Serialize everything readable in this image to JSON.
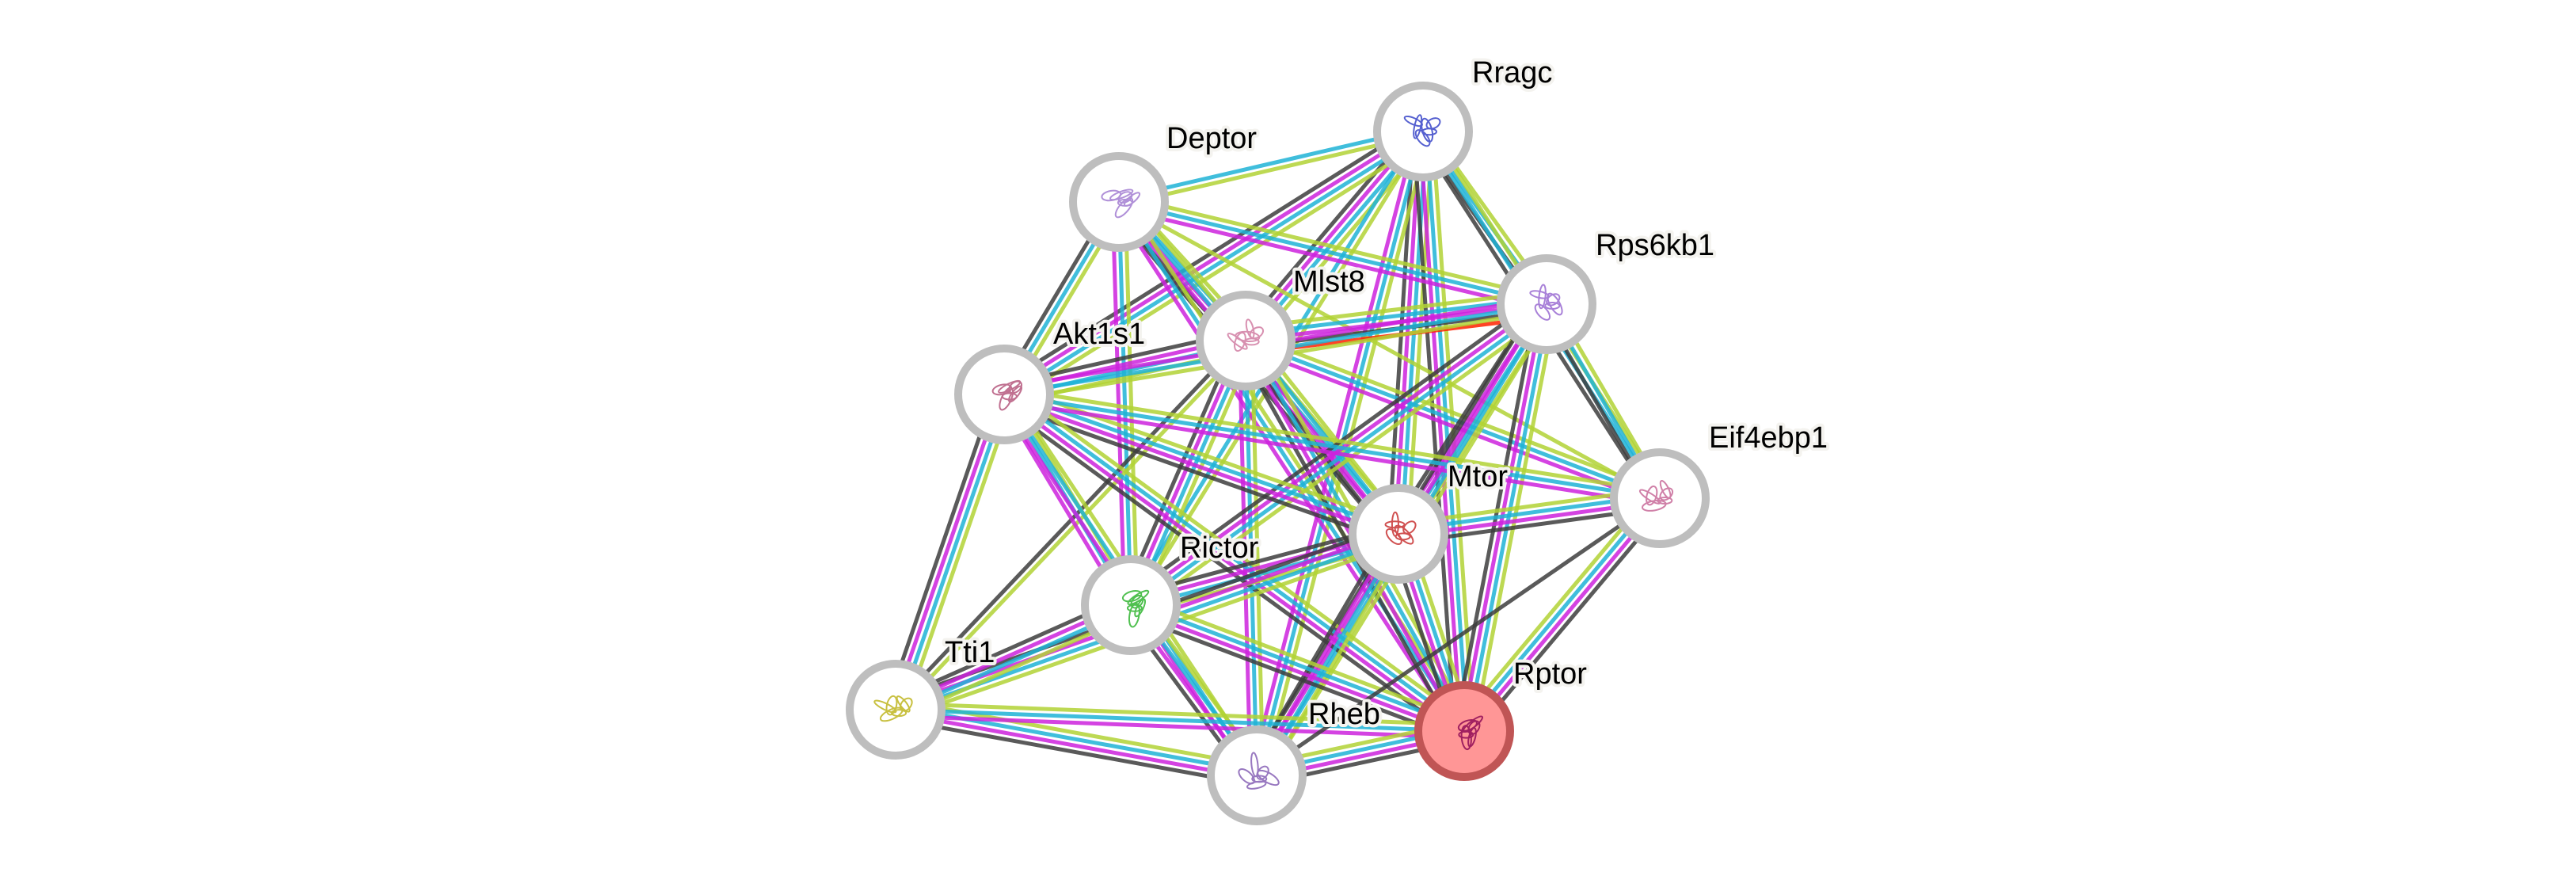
{
  "network": {
    "edge_colors": {
      "textmining": "#b2d235",
      "coexpression": "#1eb3d6",
      "experiments": "#cc22dd",
      "database": "#3d3d3d",
      "fusion": "#ff2200"
    },
    "node_style": {
      "ring_color": "#bebebe",
      "query_fill": "#ff9696",
      "query_ring": "#c05555",
      "fill": "#ffffff"
    },
    "nodes": [
      {
        "id": "Rragc",
        "label": "Rragc",
        "query": false,
        "structure_color": "#5560d0"
      },
      {
        "id": "Deptor",
        "label": "Deptor",
        "query": false,
        "structure_color": "#b090d8"
      },
      {
        "id": "Mlst8",
        "label": "Mlst8",
        "query": false,
        "structure_color": "#d890b0"
      },
      {
        "id": "Rps6kb1",
        "label": "Rps6kb1",
        "query": false,
        "structure_color": "#a880d8"
      },
      {
        "id": "Akt1s1",
        "label": "Akt1s1",
        "query": false,
        "structure_color": "#c07090"
      },
      {
        "id": "Eif4ebp1",
        "label": "Eif4ebp1",
        "query": false,
        "structure_color": "#d080a8"
      },
      {
        "id": "Mtor",
        "label": "Mtor",
        "query": false,
        "structure_color": "#d05050"
      },
      {
        "id": "Rictor",
        "label": "Rictor",
        "query": false,
        "structure_color": "#50c050"
      },
      {
        "id": "Tti1",
        "label": "Tti1",
        "query": false,
        "structure_color": "#c8c040"
      },
      {
        "id": "Rheb",
        "label": "Rheb",
        "query": false,
        "structure_color": "#9878c0"
      },
      {
        "id": "Rptor",
        "label": "Rptor",
        "query": true,
        "structure_color": "#a02060"
      }
    ],
    "edges": [
      {
        "a": "Rragc",
        "b": "Deptor",
        "types": [
          "textmining",
          "coexpression"
        ]
      },
      {
        "a": "Rragc",
        "b": "Mlst8",
        "types": [
          "textmining",
          "coexpression",
          "experiments",
          "database"
        ]
      },
      {
        "a": "Rragc",
        "b": "Rps6kb1",
        "types": [
          "textmining",
          "coexpression",
          "database"
        ]
      },
      {
        "a": "Rragc",
        "b": "Akt1s1",
        "types": [
          "textmining",
          "coexpression",
          "experiments",
          "database"
        ]
      },
      {
        "a": "Rragc",
        "b": "Mtor",
        "types": [
          "textmining",
          "coexpression",
          "experiments",
          "database"
        ]
      },
      {
        "a": "Rragc",
        "b": "Rictor",
        "types": [
          "textmining",
          "coexpression"
        ]
      },
      {
        "a": "Rragc",
        "b": "Rheb",
        "types": [
          "textmining",
          "coexpression",
          "experiments"
        ]
      },
      {
        "a": "Rragc",
        "b": "Rptor",
        "types": [
          "textmining",
          "coexpression",
          "experiments",
          "database"
        ]
      },
      {
        "a": "Rragc",
        "b": "Eif4ebp1",
        "types": [
          "textmining",
          "coexpression",
          "database"
        ]
      },
      {
        "a": "Deptor",
        "b": "Mlst8",
        "types": [
          "textmining",
          "coexpression",
          "experiments",
          "database"
        ]
      },
      {
        "a": "Deptor",
        "b": "Rps6kb1",
        "types": [
          "textmining",
          "coexpression",
          "experiments"
        ]
      },
      {
        "a": "Deptor",
        "b": "Akt1s1",
        "types": [
          "textmining",
          "coexpression",
          "database"
        ]
      },
      {
        "a": "Deptor",
        "b": "Mtor",
        "types": [
          "textmining",
          "coexpression",
          "experiments",
          "database"
        ]
      },
      {
        "a": "Deptor",
        "b": "Rictor",
        "types": [
          "textmining",
          "coexpression",
          "experiments"
        ]
      },
      {
        "a": "Deptor",
        "b": "Rptor",
        "types": [
          "textmining",
          "coexpression",
          "experiments"
        ]
      },
      {
        "a": "Deptor",
        "b": "Eif4ebp1",
        "types": [
          "textmining"
        ]
      },
      {
        "a": "Mlst8",
        "b": "Rps6kb1",
        "types": [
          "textmining",
          "coexpression",
          "experiments",
          "database",
          "fusion"
        ]
      },
      {
        "a": "Mlst8",
        "b": "Akt1s1",
        "types": [
          "textmining",
          "coexpression",
          "experiments",
          "database"
        ]
      },
      {
        "a": "Mlst8",
        "b": "Mtor",
        "types": [
          "textmining",
          "coexpression",
          "experiments",
          "database"
        ]
      },
      {
        "a": "Mlst8",
        "b": "Rictor",
        "types": [
          "textmining",
          "coexpression",
          "experiments",
          "database"
        ]
      },
      {
        "a": "Mlst8",
        "b": "Rptor",
        "types": [
          "textmining",
          "coexpression",
          "experiments",
          "database"
        ]
      },
      {
        "a": "Mlst8",
        "b": "Rheb",
        "types": [
          "textmining",
          "coexpression",
          "experiments"
        ]
      },
      {
        "a": "Mlst8",
        "b": "Eif4ebp1",
        "types": [
          "textmining",
          "coexpression",
          "experiments"
        ]
      },
      {
        "a": "Mlst8",
        "b": "Tti1",
        "types": [
          "textmining",
          "database"
        ]
      },
      {
        "a": "Rps6kb1",
        "b": "Akt1s1",
        "types": [
          "textmining",
          "coexpression",
          "experiments"
        ]
      },
      {
        "a": "Rps6kb1",
        "b": "Mtor",
        "types": [
          "textmining",
          "coexpression",
          "experiments",
          "database"
        ]
      },
      {
        "a": "Rps6kb1",
        "b": "Rictor",
        "types": [
          "textmining",
          "coexpression",
          "experiments",
          "database"
        ]
      },
      {
        "a": "Rps6kb1",
        "b": "Rptor",
        "types": [
          "textmining",
          "coexpression",
          "experiments",
          "database"
        ]
      },
      {
        "a": "Rps6kb1",
        "b": "Rheb",
        "types": [
          "textmining",
          "coexpression",
          "experiments",
          "database"
        ]
      },
      {
        "a": "Rps6kb1",
        "b": "Eif4ebp1",
        "types": [
          "textmining",
          "coexpression",
          "database"
        ]
      },
      {
        "a": "Akt1s1",
        "b": "Mtor",
        "types": [
          "textmining",
          "coexpression",
          "experiments",
          "database"
        ]
      },
      {
        "a": "Akt1s1",
        "b": "Rictor",
        "types": [
          "textmining",
          "coexpression",
          "experiments"
        ]
      },
      {
        "a": "Akt1s1",
        "b": "Rptor",
        "types": [
          "textmining",
          "coexpression",
          "experiments",
          "database"
        ]
      },
      {
        "a": "Akt1s1",
        "b": "Rheb",
        "types": [
          "textmining",
          "coexpression",
          "experiments"
        ]
      },
      {
        "a": "Akt1s1",
        "b": "Tti1",
        "types": [
          "textmining",
          "coexpression",
          "experiments",
          "database"
        ]
      },
      {
        "a": "Akt1s1",
        "b": "Eif4ebp1",
        "types": [
          "textmining",
          "coexpression",
          "experiments"
        ]
      },
      {
        "a": "Mtor",
        "b": "Rictor",
        "types": [
          "textmining",
          "coexpression",
          "experiments",
          "database"
        ]
      },
      {
        "a": "Mtor",
        "b": "Rptor",
        "types": [
          "textmining",
          "coexpression",
          "experiments",
          "database"
        ]
      },
      {
        "a": "Mtor",
        "b": "Rheb",
        "types": [
          "textmining",
          "coexpression",
          "experiments",
          "database"
        ]
      },
      {
        "a": "Mtor",
        "b": "Eif4ebp1",
        "types": [
          "textmining",
          "coexpression",
          "experiments",
          "database"
        ]
      },
      {
        "a": "Mtor",
        "b": "Tti1",
        "types": [
          "textmining",
          "coexpression",
          "experiments",
          "database"
        ]
      },
      {
        "a": "Rictor",
        "b": "Rptor",
        "types": [
          "textmining",
          "coexpression",
          "experiments",
          "database"
        ]
      },
      {
        "a": "Rictor",
        "b": "Rheb",
        "types": [
          "textmining",
          "coexpression",
          "experiments",
          "database"
        ]
      },
      {
        "a": "Rictor",
        "b": "Tti1",
        "types": [
          "textmining",
          "coexpression",
          "experiments",
          "database"
        ]
      },
      {
        "a": "Tti1",
        "b": "Rheb",
        "types": [
          "textmining",
          "coexpression",
          "experiments",
          "database"
        ]
      },
      {
        "a": "Tti1",
        "b": "Rptor",
        "types": [
          "textmining",
          "coexpression",
          "experiments"
        ]
      },
      {
        "a": "Rheb",
        "b": "Rptor",
        "types": [
          "textmining",
          "coexpression",
          "experiments",
          "database"
        ]
      },
      {
        "a": "Rheb",
        "b": "Eif4ebp1",
        "types": [
          "database"
        ]
      },
      {
        "a": "Rptor",
        "b": "Eif4ebp1",
        "types": [
          "textmining",
          "coexpression",
          "experiments",
          "database"
        ]
      }
    ]
  }
}
